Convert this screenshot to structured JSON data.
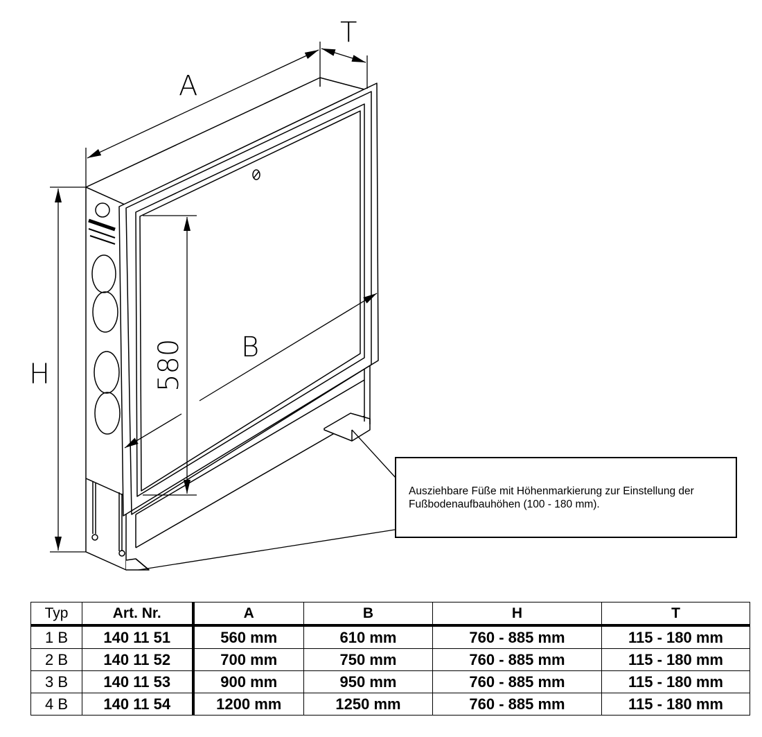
{
  "diagram": {
    "dim_labels": {
      "A": "A",
      "T": "T",
      "H": "H",
      "B": "B",
      "inner_height": "580"
    },
    "note": "Ausziehbare Füße mit Höhenmarkierung zur Einstellung der Fußbodenaufbauhöhen (100 - 180 mm)."
  },
  "table": {
    "headers": [
      "Typ",
      "Art. Nr.",
      "A",
      "B",
      "H",
      "T"
    ],
    "rows": [
      [
        "1 B",
        "140 11 51",
        "560 mm",
        "610 mm",
        "760 - 885 mm",
        "115 - 180 mm"
      ],
      [
        "2 B",
        "140 11 52",
        "700 mm",
        "750 mm",
        "760 - 885 mm",
        "115 - 180 mm"
      ],
      [
        "3 B",
        "140 11 53",
        "900 mm",
        "950 mm",
        "760 - 885 mm",
        "115 - 180 mm"
      ],
      [
        "4 B",
        "140 11 54",
        "1200 mm",
        "1250 mm",
        "760 - 885 mm",
        "115 - 180 mm"
      ]
    ]
  }
}
